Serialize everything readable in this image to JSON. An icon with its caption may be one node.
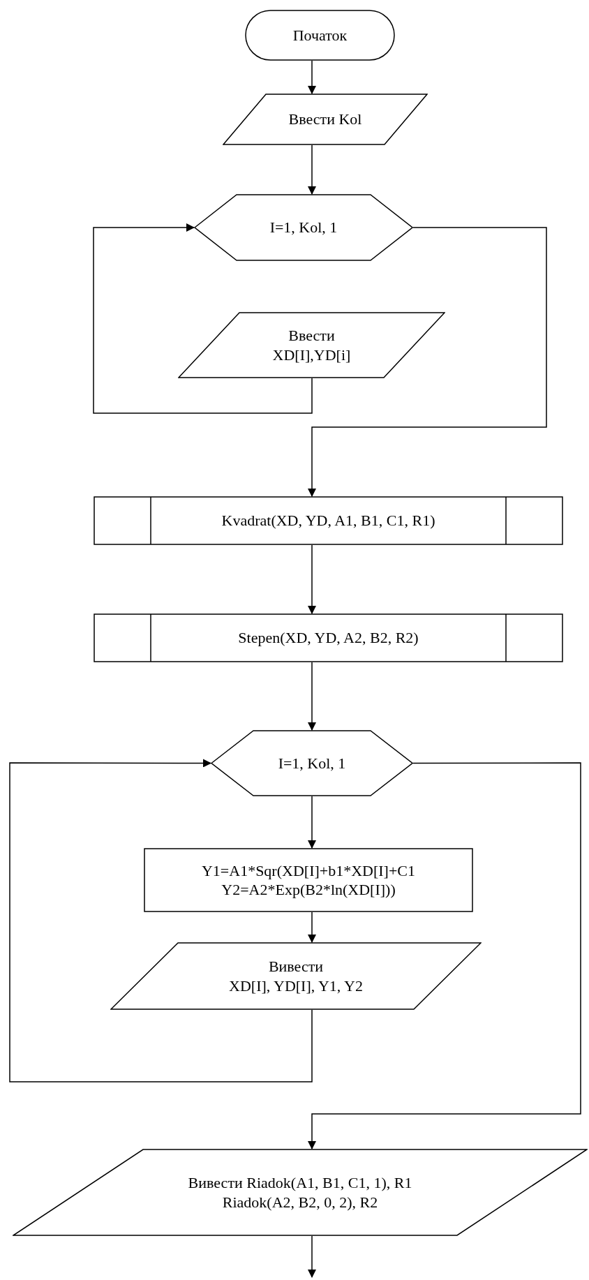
{
  "diagram": {
    "nodes": [
      {
        "text": [
          "Початок"
        ]
      },
      {
        "text": [
          "Ввести Kol"
        ]
      },
      {
        "text": [
          "I=1, Kol, 1"
        ]
      },
      {
        "text": [
          "Ввести",
          "XD[I],YD[i]"
        ]
      },
      {
        "text": [
          "Kvadrat(XD, YD, A1, B1, C1, R1)"
        ]
      },
      {
        "text": [
          "Stepen(XD, YD, A2, B2, R2)"
        ]
      },
      {
        "text": [
          "I=1, Kol, 1"
        ]
      },
      {
        "text": [
          "Y1=A1*Sqr(XD[I]+b1*XD[I]+C1",
          "Y2=A2*Exp(B2*ln(XD[I]))"
        ]
      },
      {
        "text": [
          "Вивести",
          "XD[I], YD[I], Y1, Y2"
        ]
      },
      {
        "text": [
          "Вивести Riadok(A1, B1, C1, 1), R1",
          "Riadok(A2, B2, 0, 2), R2"
        ]
      }
    ],
    "edges": [
      {
        "from": 0,
        "to": 1,
        "arrow": "to"
      },
      {
        "from": 1,
        "to": 2,
        "arrow": "to"
      },
      {
        "from": 3,
        "to": 2,
        "arrow": "to"
      },
      {
        "from": 2,
        "to": 4,
        "arrow": "to"
      },
      {
        "from": 4,
        "to": 5,
        "arrow": "to"
      },
      {
        "from": 5,
        "to": 6,
        "arrow": "to"
      },
      {
        "from": 6,
        "to": 7,
        "arrow": "to"
      },
      {
        "from": 7,
        "to": 8,
        "arrow": "to"
      },
      {
        "from": 8,
        "to": 6,
        "arrow": "to"
      },
      {
        "from": 6,
        "to": 9,
        "arrow": "to"
      },
      {
        "from": 9,
        "to": null,
        "arrow": "to"
      }
    ]
  }
}
